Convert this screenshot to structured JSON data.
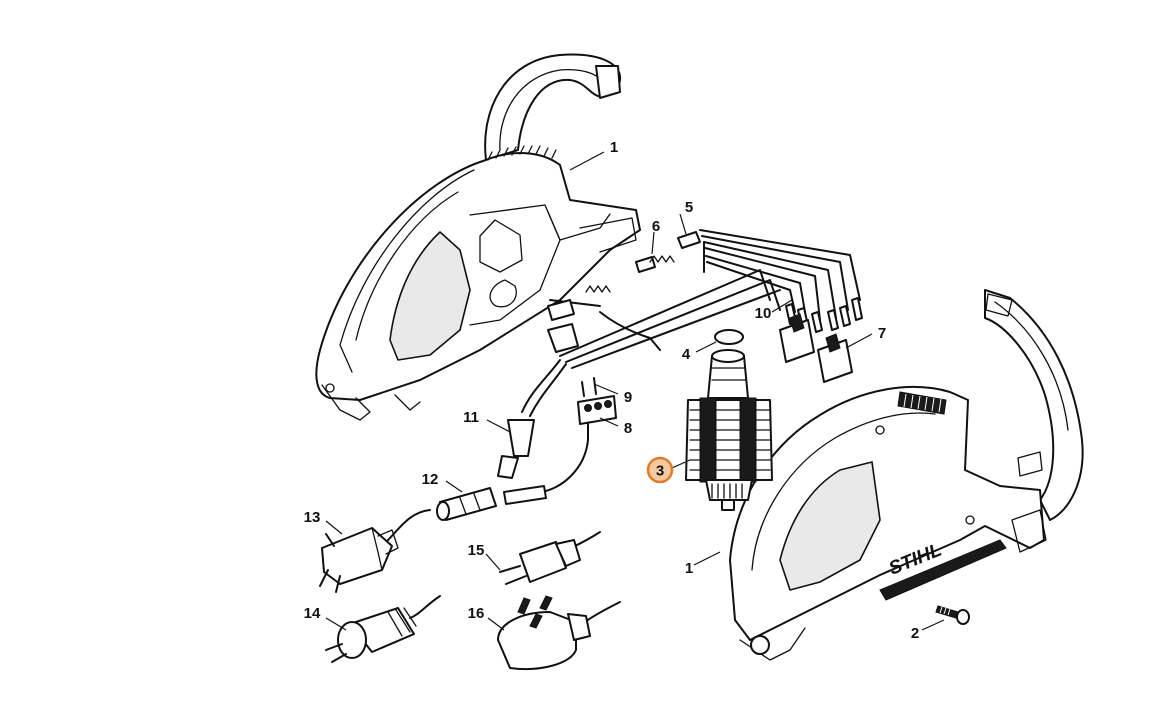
{
  "diagram": {
    "brand_text": "STIHL",
    "highlight_color": "#e07b2a",
    "highlighted_callout": "3",
    "callouts": {
      "c1a": "1",
      "c1b": "1",
      "c2": "2",
      "c3": "3",
      "c4": "4",
      "c5": "5",
      "c6": "6",
      "c7": "7",
      "c8": "8",
      "c9": "9",
      "c10": "10",
      "c11": "11",
      "c12": "12",
      "c13": "13",
      "c14": "14",
      "c15": "15",
      "c16": "16"
    }
  }
}
